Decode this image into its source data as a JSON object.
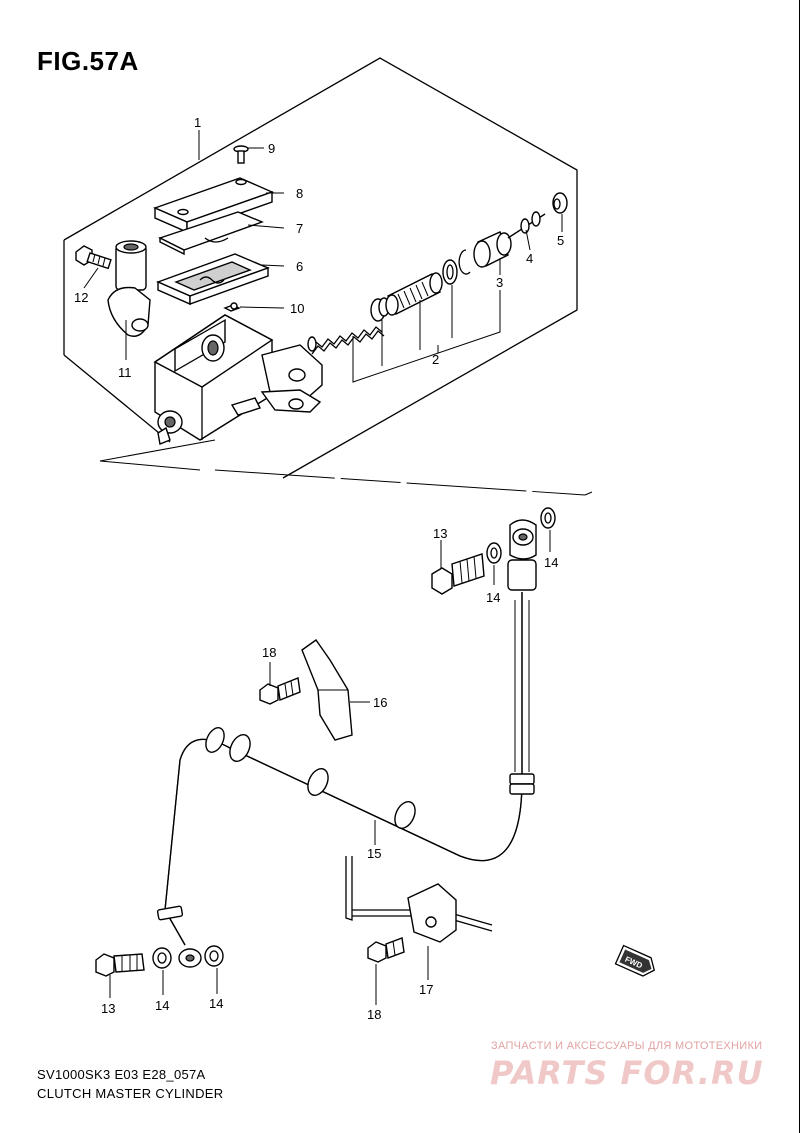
{
  "figure": {
    "title": "FIG.57A"
  },
  "callouts": [
    {
      "id": "1",
      "text": "1"
    },
    {
      "id": "2",
      "text": "2"
    },
    {
      "id": "3",
      "text": "3"
    },
    {
      "id": "4",
      "text": "4"
    },
    {
      "id": "5",
      "text": "5"
    },
    {
      "id": "6",
      "text": "6"
    },
    {
      "id": "7",
      "text": "7"
    },
    {
      "id": "8",
      "text": "8"
    },
    {
      "id": "9",
      "text": "9"
    },
    {
      "id": "10",
      "text": "10"
    },
    {
      "id": "11",
      "text": "11"
    },
    {
      "id": "12",
      "text": "12"
    },
    {
      "id": "13a",
      "text": "13"
    },
    {
      "id": "13b",
      "text": "13"
    },
    {
      "id": "14a",
      "text": "14"
    },
    {
      "id": "14b",
      "text": "14"
    },
    {
      "id": "14c",
      "text": "14"
    },
    {
      "id": "14d",
      "text": "14"
    },
    {
      "id": "15",
      "text": "15"
    },
    {
      "id": "16",
      "text": "16"
    },
    {
      "id": "17",
      "text": "17"
    },
    {
      "id": "18a",
      "text": "18"
    },
    {
      "id": "18b",
      "text": "18"
    }
  ],
  "fwd_marker": {
    "text": "FWD"
  },
  "footer": {
    "model": "SV1000SK3 E03 E28_057A",
    "description": "CLUTCH MASTER CYLINDER"
  },
  "watermark": {
    "tagline": "ЗАПЧАСТИ И АКСЕССУАРЫ ДЛЯ МОТОТЕХНИКИ",
    "logo": "PARTS FOR.RU",
    "color": "#e8a0a0"
  }
}
